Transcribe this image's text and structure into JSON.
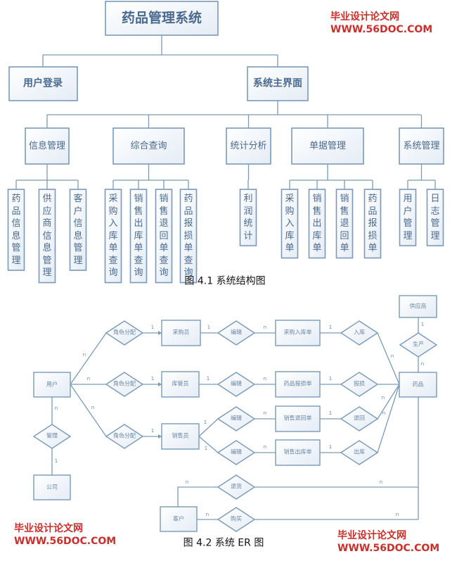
{
  "structure": {
    "root": "药品管理系统",
    "level1": [
      "用户登录",
      "系统主界面"
    ],
    "modules": [
      {
        "label": "信息管理",
        "children": [
          "药品信息管理",
          "供应商信息管理",
          "客户信息管理"
        ]
      },
      {
        "label": "综合查询",
        "children": [
          "采购入库单查询",
          "销售出库单查询",
          "销售退回单查询",
          "药品报损单查询"
        ]
      },
      {
        "label": "统计分析",
        "children": [
          "利润统计"
        ]
      },
      {
        "label": "单据管理",
        "children": [
          "采购入库单",
          "销售出库单",
          "销售退回单",
          "药品报损单"
        ]
      },
      {
        "label": "系统管理",
        "children": [
          "用户管理",
          "日志管理"
        ]
      }
    ],
    "caption": "图 4.1 系统结构图"
  },
  "er": {
    "entities": {
      "user": "用户",
      "company": "公司",
      "purchaser": "采购员",
      "keeper": "库管员",
      "seller": "销售员",
      "purchase_in": "采购入库单",
      "damage": "药品报损单",
      "sale_return": "销售退回单",
      "sale_out": "销售出库单",
      "drug": "药品",
      "supplier": "供应商",
      "customer": "客户"
    },
    "relationships": {
      "manage": "管理",
      "role_assign": "角色分配",
      "edit": "编辑",
      "stock_in": "入库",
      "report_damage": "报损",
      "return": "退回",
      "stock_out": "出库",
      "produce": "生产",
      "refund": "退货",
      "buy": "购买"
    },
    "cardinality": {
      "one": "1",
      "many": "n"
    },
    "caption": "图 4.2 系统 ER 图"
  },
  "watermark": {
    "line1": "毕业设计论文网",
    "line2": "WWW.56DOC.COM",
    "color": "#c9302c"
  },
  "colors": {
    "stroke": "#7b9ab8",
    "text": "#4a6a8e"
  }
}
